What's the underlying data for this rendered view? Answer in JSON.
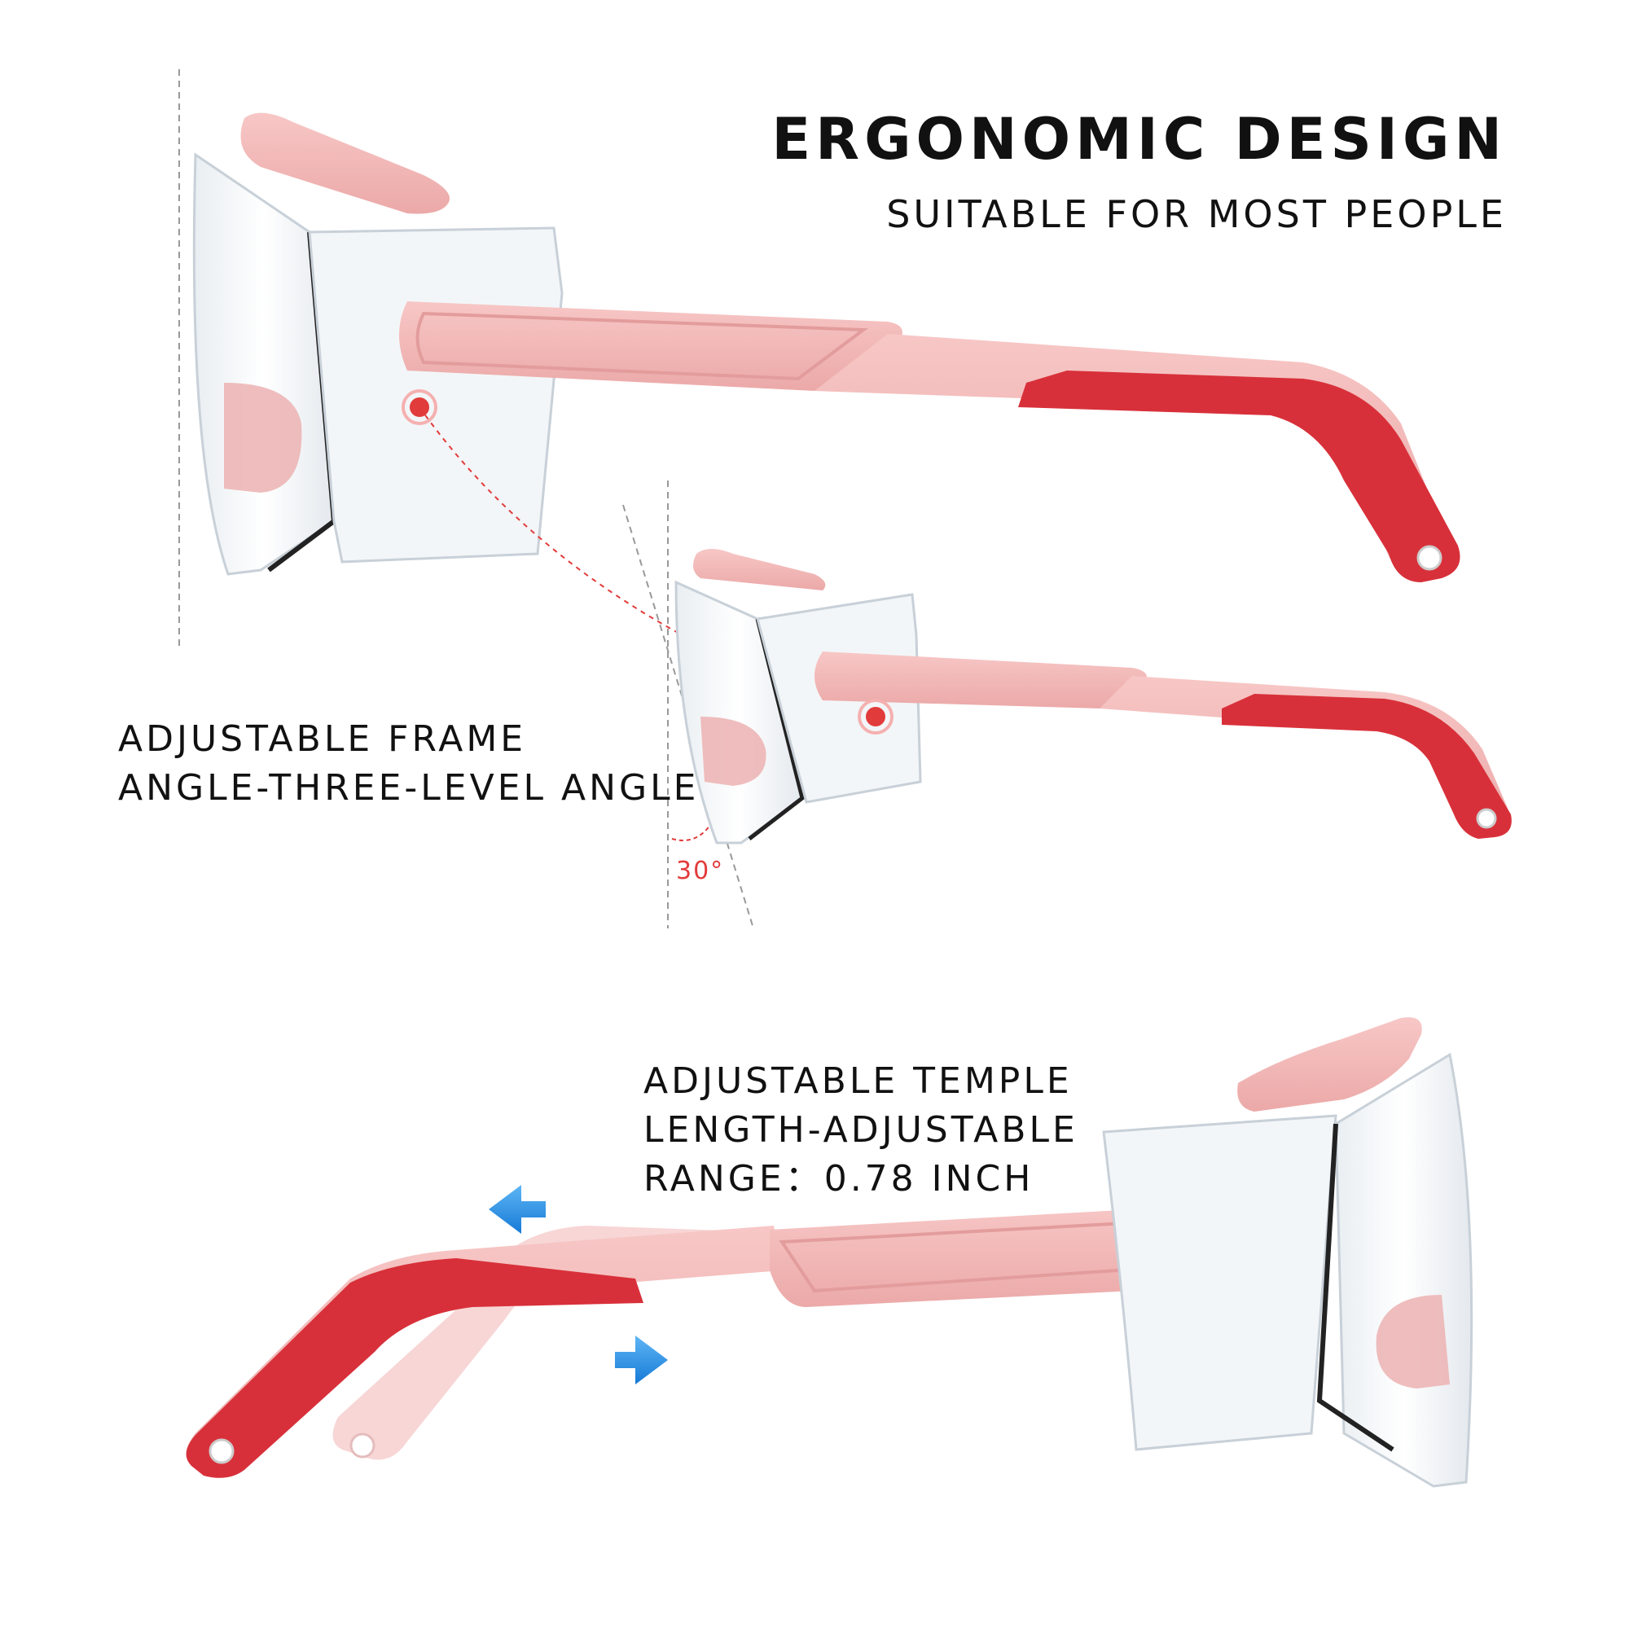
{
  "header": {
    "title": "ERGONOMIC DESIGN",
    "subtitle": "SUITABLE FOR MOST PEOPLE"
  },
  "frame_feature": {
    "line1": "ADJUSTABLE FRAME",
    "line2": "ANGLE-THREE-LEVEL ANGLE",
    "angle_label": "30°"
  },
  "temple_feature": {
    "line1": "ADJUSTABLE TEMPLE",
    "line2": "LENGTH-ADJUSTABLE",
    "line3": "RANGE：0.78 INCH"
  },
  "colors": {
    "frame_pink": "#f2b5b5",
    "frame_pink_dark": "#e89a9a",
    "tip_red": "#d8303a",
    "lens_edge": "#222222",
    "indicator_red": "#e23b3b",
    "arrow_blue": "#1e8fe6"
  }
}
